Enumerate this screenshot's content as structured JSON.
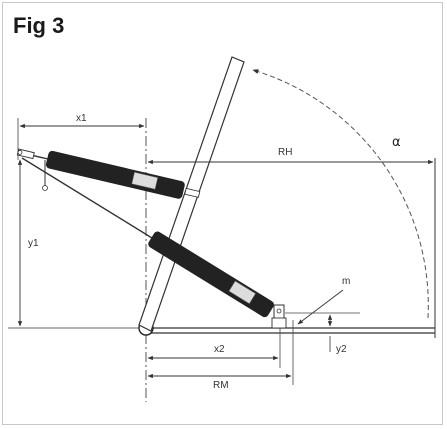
{
  "title": "Fig 3",
  "labels": {
    "x1": "x1",
    "y1": "y1",
    "rh": "RH",
    "alpha": "α",
    "x2": "x2",
    "y2": "y2",
    "rm": "RM",
    "m": "m"
  }
}
